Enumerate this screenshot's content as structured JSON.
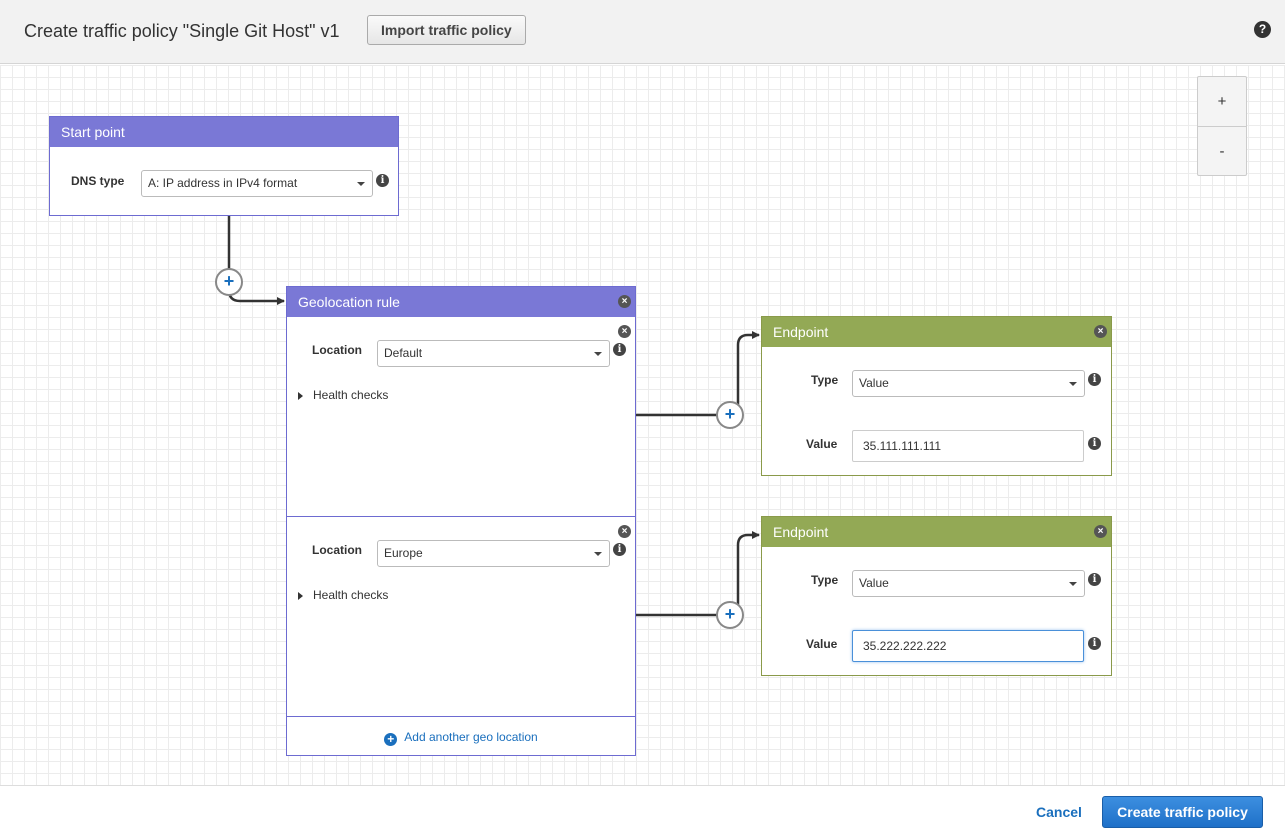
{
  "header": {
    "title": "Create traffic policy \"Single Git Host\" v1",
    "import_button": "Import traffic policy",
    "help_icon": "?"
  },
  "zoom": {
    "zoom_in": "+",
    "zoom_out": "-"
  },
  "start_point": {
    "title": "Start point",
    "dns_type_label": "DNS type",
    "dns_type_value": "A: IP address in IPv4 format"
  },
  "geolocation_rule": {
    "title": "Geolocation rule",
    "rules": [
      {
        "location_label": "Location",
        "location_value": "Default",
        "health_checks": "Health checks"
      },
      {
        "location_label": "Location",
        "location_value": "Europe",
        "health_checks": "Health checks"
      }
    ],
    "add_location": "Add another geo location"
  },
  "endpoints": [
    {
      "title": "Endpoint",
      "type_label": "Type",
      "type_value": "Value",
      "value_label": "Value",
      "value": "35.111.111.111"
    },
    {
      "title": "Endpoint",
      "type_label": "Type",
      "type_value": "Value",
      "value_label": "Value",
      "value": "35.222.222.222"
    }
  ],
  "footer": {
    "cancel": "Cancel",
    "create": "Create traffic policy"
  },
  "icons": {
    "close": "close-circle-icon",
    "info": "info-icon",
    "add": "plus-circle-icon",
    "expand": "triangle-right-icon",
    "dropdown": "caret-down-icon"
  },
  "colors": {
    "rule_header": "#7a78d6",
    "endpoint_header": "#93a955",
    "primary_button": "#1f70c8",
    "link": "#1a6fbd"
  }
}
